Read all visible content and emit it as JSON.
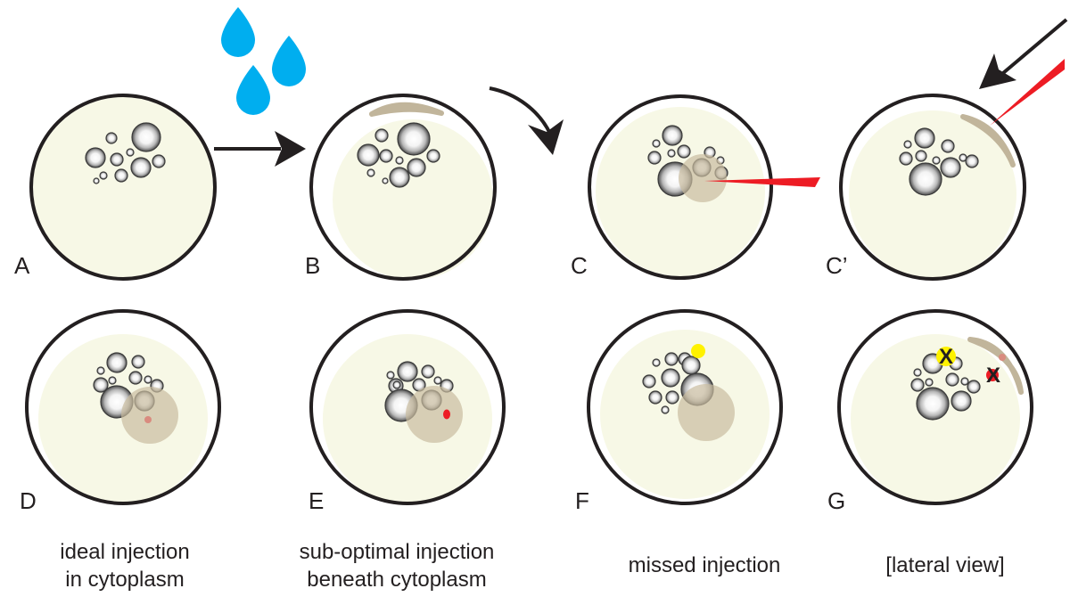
{
  "figure": {
    "colors": {
      "shell_stroke": "#231f20",
      "cytoplasm": "#f7f8e6",
      "injection_cloud": "#c9bca0",
      "yolk_cap": "#c1b59b",
      "needle": "#ed1c24",
      "water_drop": "#00aeef",
      "red_dot": "#ed1c24",
      "faint_red_dot": "#d98b7f",
      "yellow_dot": "#fff200",
      "arrow": "#231f20"
    },
    "panels": [
      {
        "id": "A",
        "label": "A",
        "state": "uninjected egg before hydration"
      },
      {
        "id": "B",
        "label": "B",
        "state": "hydrated egg with yolk cap at top"
      },
      {
        "id": "C",
        "label": "C",
        "state": "needle injecting into cytoplasm from side"
      },
      {
        "id": "C_prime",
        "label": "C’",
        "state": "needle entering at yolk cap (lateral)"
      },
      {
        "id": "D",
        "label": "D",
        "state": "ideal injection in cytoplasm"
      },
      {
        "id": "E",
        "label": "E",
        "state": "sub-optimal injection beneath cytoplasm"
      },
      {
        "id": "F",
        "label": "F",
        "state": "missed injection"
      },
      {
        "id": "G",
        "label": "G",
        "state": "lateral view with marked sites"
      }
    ],
    "captions": {
      "D": [
        "ideal injection",
        "in cytoplasm"
      ],
      "E": [
        "sub-optimal injection",
        "beneath cytoplasm"
      ],
      "F": [
        "missed injection"
      ],
      "G": [
        "[lateral view]"
      ]
    },
    "marks": {
      "G_yellow": "X",
      "G_red": "X"
    },
    "icons": [
      "water-drop-icon",
      "right-arrow-icon",
      "curved-arrow-icon",
      "diagonal-arrow-icon",
      "needle-icon"
    ]
  }
}
